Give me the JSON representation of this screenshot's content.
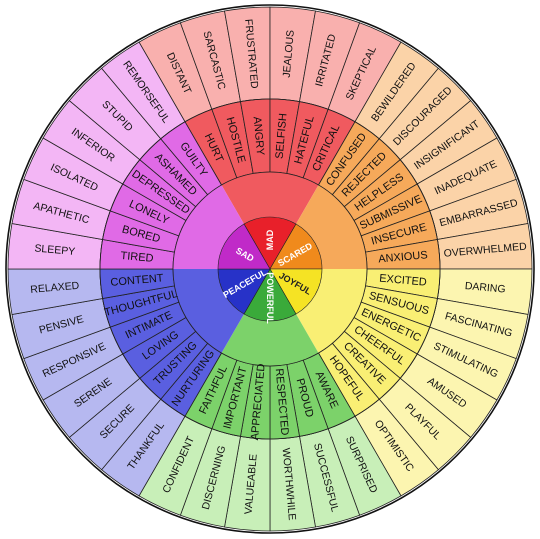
{
  "wheel": {
    "cores": [
      {
        "label": "MAD",
        "color": "#e8202a",
        "text_color": "#ffffff",
        "start": 60,
        "end": 120
      },
      {
        "label": "SCARED",
        "color": "#f08a1c",
        "text_color": "#ffffff",
        "start": 0,
        "end": 60
      },
      {
        "label": "JOYFUL",
        "color": "#f5e324",
        "text_color": "#222222",
        "start": -60,
        "end": 0
      },
      {
        "label": "POWERFUL",
        "color": "#3aaa3a",
        "text_color": "#ffffff",
        "start": -120,
        "end": -60
      },
      {
        "label": "PEACEFUL",
        "color": "#2732c8",
        "text_color": "#ffffff",
        "start": -180,
        "end": -120
      },
      {
        "label": "SAD",
        "color": "#c02ac8",
        "text_color": "#ffffff",
        "start": 120,
        "end": 180
      }
    ],
    "middle": {
      "MAD": {
        "color": "#f05a5f",
        "words": [
          "HURT",
          "HOSTILE",
          "ANGRY",
          "SELFISH",
          "HATEFUL",
          "CRITICAL"
        ]
      },
      "SCARED": {
        "color": "#f6a95a",
        "words": [
          "CONFUSED",
          "REJECTED",
          "HELPLESS",
          "SUBMISSIVE",
          "INSECURE",
          "ANXIOUS"
        ]
      },
      "JOYFUL": {
        "color": "#f9ef74",
        "words": [
          "EXCITED",
          "SENSUOUS",
          "ENERGETIC",
          "CHEERFUL",
          "CREATIVE",
          "HOPEFUL"
        ]
      },
      "POWERFUL": {
        "color": "#7cd26a",
        "words": [
          "AWARE",
          "PROUD",
          "RESPECTED",
          "APPRECIATED",
          "IMPORTANT",
          "FAITHFUL"
        ]
      },
      "PEACEFUL": {
        "color": "#5a5fe0",
        "words": [
          "NURTURING",
          "TRUSTING",
          "LOVING",
          "INTIMATE",
          "THOUGHTFUL",
          "CONTENT"
        ]
      },
      "SAD": {
        "color": "#e06ae6",
        "words": [
          "TIRED",
          "BORED",
          "LONELY",
          "DEPRESSED",
          "ASHAMED",
          "GUILTY"
        ]
      }
    },
    "outer": {
      "MAD": {
        "color": "#f9b0ae",
        "words": [
          "DISTANT",
          "SARCASTIC",
          "FRUSTRATED",
          "JEALOUS",
          "IRRITATED",
          "SKEPTICAL"
        ]
      },
      "SCARED": {
        "color": "#fbd3a8",
        "words": [
          "BEWILDERED",
          "DISCOURAGED",
          "INSIGNIFICANT",
          "INADEQUATE",
          "EMBARRASSED",
          "OVERWHELMED"
        ]
      },
      "JOYFUL": {
        "color": "#fcf5b0",
        "words": [
          "DARING",
          "FASCINATING",
          "STIMULATING",
          "AMUSED",
          "PLAYFUL",
          "OPTIMISTIC"
        ]
      },
      "POWERFUL": {
        "color": "#c8efb8",
        "words": [
          "SURPRISED",
          "SUCCESSFUL",
          "WORTHWHILE",
          "VALUEABLE",
          "DISCERNING",
          "CONFIDENT"
        ]
      },
      "PEACEFUL": {
        "color": "#b6b8f0",
        "words": [
          "THANKFUL",
          "SECURE",
          "SERENE",
          "RESPONSIVE",
          "PENSIVE",
          "RELAXED"
        ]
      },
      "SAD": {
        "color": "#f3b6f5",
        "words": [
          "SLEEPY",
          "APATHETIC",
          "ISOLATED",
          "INFERIOR",
          "STUPID",
          "REMORSEFUL"
        ]
      }
    }
  }
}
